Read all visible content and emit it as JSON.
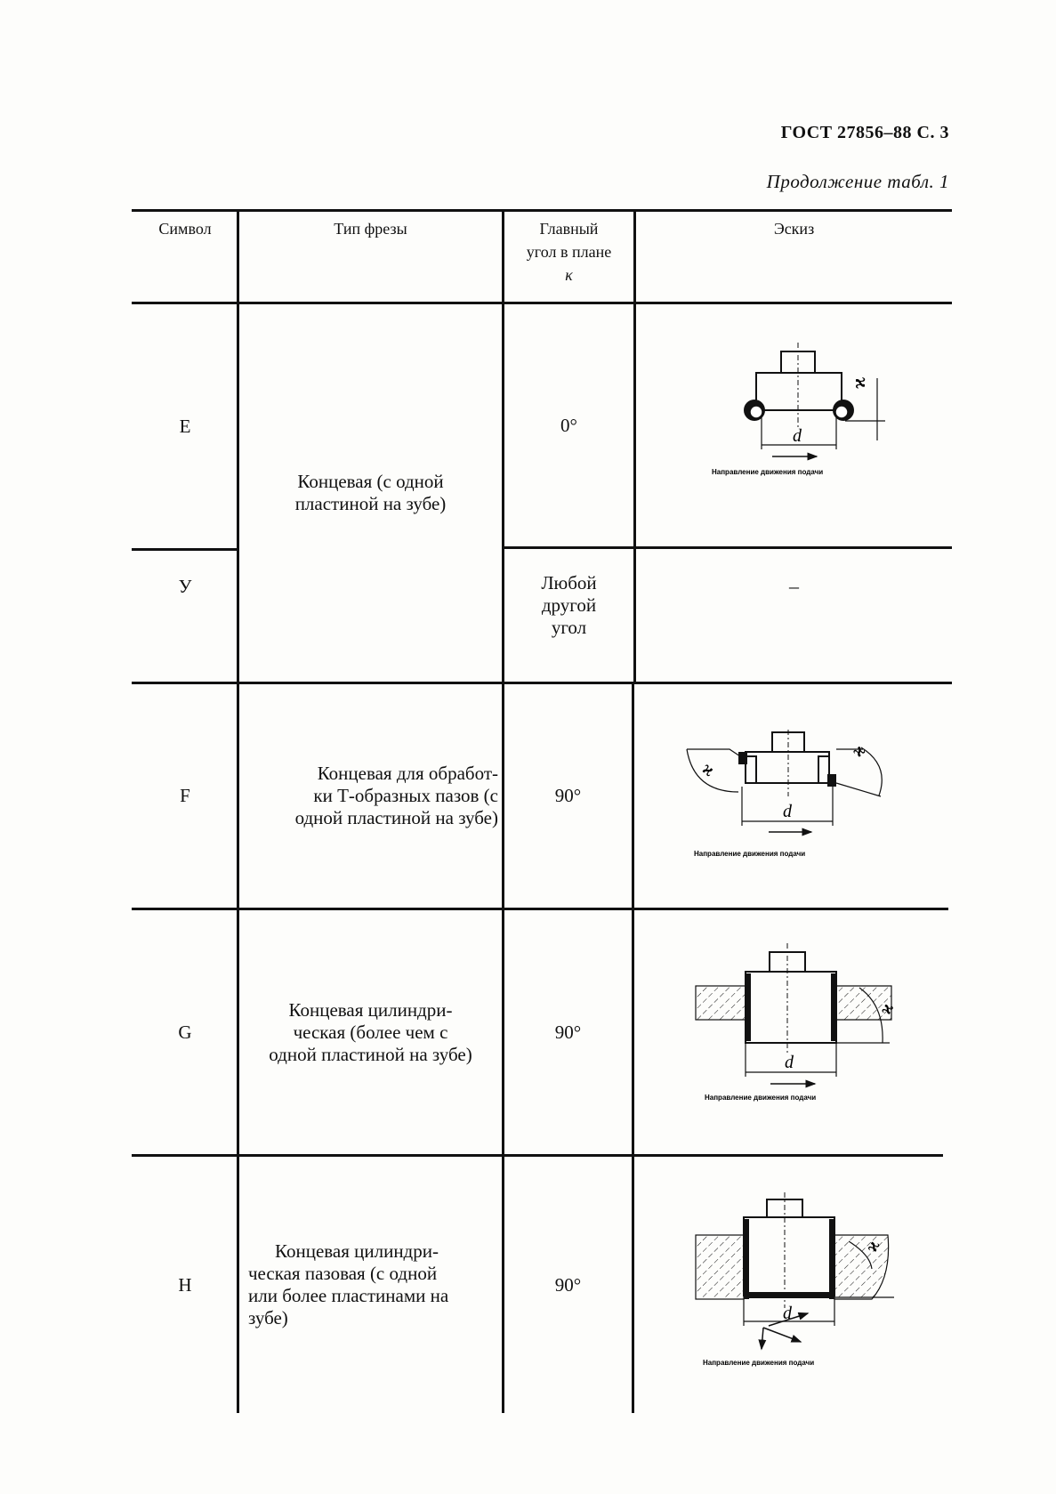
{
  "header": {
    "standard": "ГОСТ 27856–88 С. 3",
    "continuation": "Продолжение табл. 1"
  },
  "table": {
    "columns": [
      "Символ",
      "Тип фрезы",
      "Главный угол в плане κ",
      "Эскиз"
    ],
    "column_lines": {
      "col2": [
        "Главный",
        "угол в плане",
        "κ"
      ]
    },
    "rows": [
      {
        "symbol": "E",
        "type": "Концевая (с одной пластиной на зубе)",
        "angle": "0°",
        "sketch": "Направление движения подачи"
      },
      {
        "symbol": "У",
        "type": "Концевая (с одной пластиной на зубе)",
        "angle": "Любой другой угол",
        "sketch": "–"
      },
      {
        "symbol": "F",
        "type": "Концевая для обработки Т-образных пазов (с одной пластиной на зубе)",
        "angle": "90°",
        "sketch": "Направление движения подачи"
      },
      {
        "symbol": "G",
        "type": "Концевая цилиндрическая (более чем с одной пластиной на зубе)",
        "angle": "90°",
        "sketch": "Направление движения подачи"
      },
      {
        "symbol": "H",
        "type": "Концевая цилиндрическая пазовая (с одной или более пластинами на зубе)",
        "angle": "90°",
        "sketch": "Направление движения подачи"
      }
    ],
    "display": {
      "type_E_Y": [
        "Концевая (с одной",
        "пластиной на зубе)"
      ],
      "angle_Y": [
        "Любой",
        "другой",
        "угол"
      ],
      "type_F": [
        "Концевая для обработ-",
        "ки Т-образных пазов (с",
        "одной пластиной на зубе)"
      ],
      "type_G": [
        "Концевая цилиндри-",
        "ческая (более чем с",
        "одной пластиной на зубе)"
      ],
      "type_H": [
        "Концевая цилиндри-",
        "ческая пазовая (с одной",
        "или более пластинами на",
        "зубе)"
      ]
    }
  },
  "sketch_labels": {
    "diameter": "d",
    "angle_symbol": "ϰ",
    "feed_caption": "Направление движения подачи"
  }
}
